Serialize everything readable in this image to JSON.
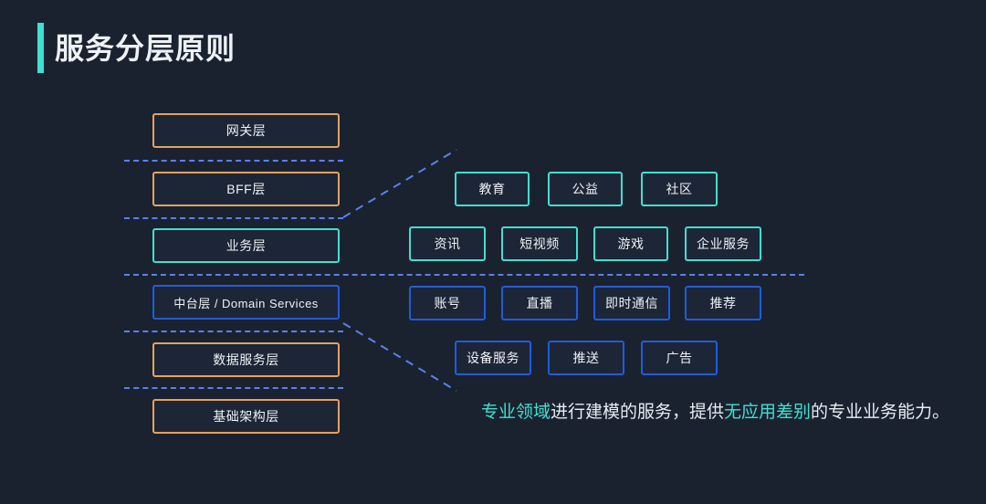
{
  "slide": {
    "title": "服务分层原则",
    "background_color": "#1a2230",
    "accent_color": "#3fe0d0"
  },
  "palette": {
    "orange": "#e3a261",
    "cyan": "#3fe0d0",
    "blue": "#1f5ce0",
    "dash": "#5d80e8",
    "text": "#eef2f7"
  },
  "layers": [
    {
      "label": "网关层",
      "color": "orange"
    },
    {
      "label": "BFF层",
      "color": "orange"
    },
    {
      "label": "业务层",
      "color": "cyan"
    },
    {
      "label": "中台层 / Domain Services",
      "color": "blue"
    },
    {
      "label": "数据服务层",
      "color": "orange"
    },
    {
      "label": "基础架构层",
      "color": "orange"
    }
  ],
  "services": {
    "business_row_1": [
      {
        "label": "教育",
        "color": "cyan"
      },
      {
        "label": "公益",
        "color": "cyan"
      },
      {
        "label": "社区",
        "color": "cyan"
      }
    ],
    "business_row_2": [
      {
        "label": "资讯",
        "color": "cyan"
      },
      {
        "label": "短视频",
        "color": "cyan"
      },
      {
        "label": "游戏",
        "color": "cyan"
      },
      {
        "label": "企业服务",
        "color": "cyan"
      }
    ],
    "domain_row_1": [
      {
        "label": "账号",
        "color": "blue"
      },
      {
        "label": "直播",
        "color": "blue"
      },
      {
        "label": "即时通信",
        "color": "blue"
      },
      {
        "label": "推荐",
        "color": "blue"
      }
    ],
    "domain_row_2": [
      {
        "label": "设备服务",
        "color": "blue"
      },
      {
        "label": "推送",
        "color": "blue"
      },
      {
        "label": "广告",
        "color": "blue"
      }
    ]
  },
  "caption": {
    "part1": "专业领域",
    "part2": "进行建模的服务，提供",
    "part3": "无应用差别",
    "part4": "的专业业务能力。"
  }
}
